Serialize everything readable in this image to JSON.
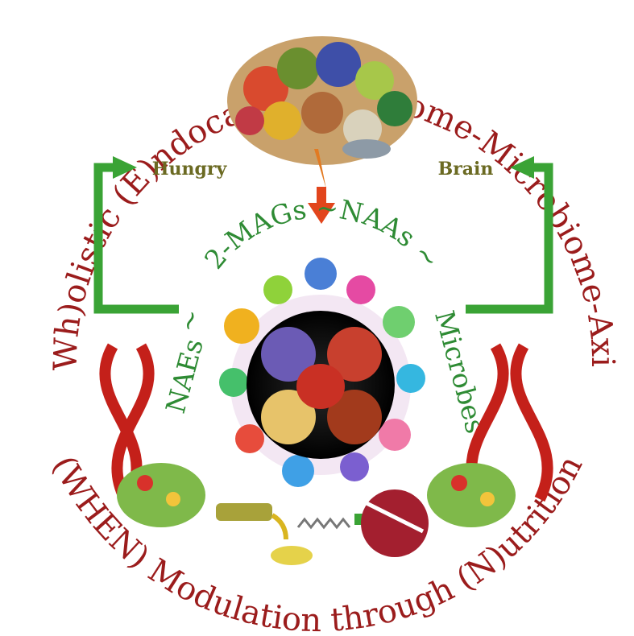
{
  "outer_ring": {
    "top_arc": "(Wh)olistic (E)ndocannabinoidome-Microbiome-Axis",
    "bottom_arc": "(WHEN) Modulation through (N)utrition"
  },
  "inner_arc": {
    "left_vertical": "NAEs",
    "tilde_left": "~",
    "top": "2-MAGs ~NAAs ~",
    "right_vertical": "Microbes"
  },
  "labels": {
    "hungry": "Hungry",
    "brain": "Brain"
  },
  "colors": {
    "ring_text": "#9b1c1c",
    "inner_text": "#2e8b34",
    "arrows": "#3aa335",
    "down_arrow": "#e2451c",
    "label_text": "#6b6a22"
  }
}
